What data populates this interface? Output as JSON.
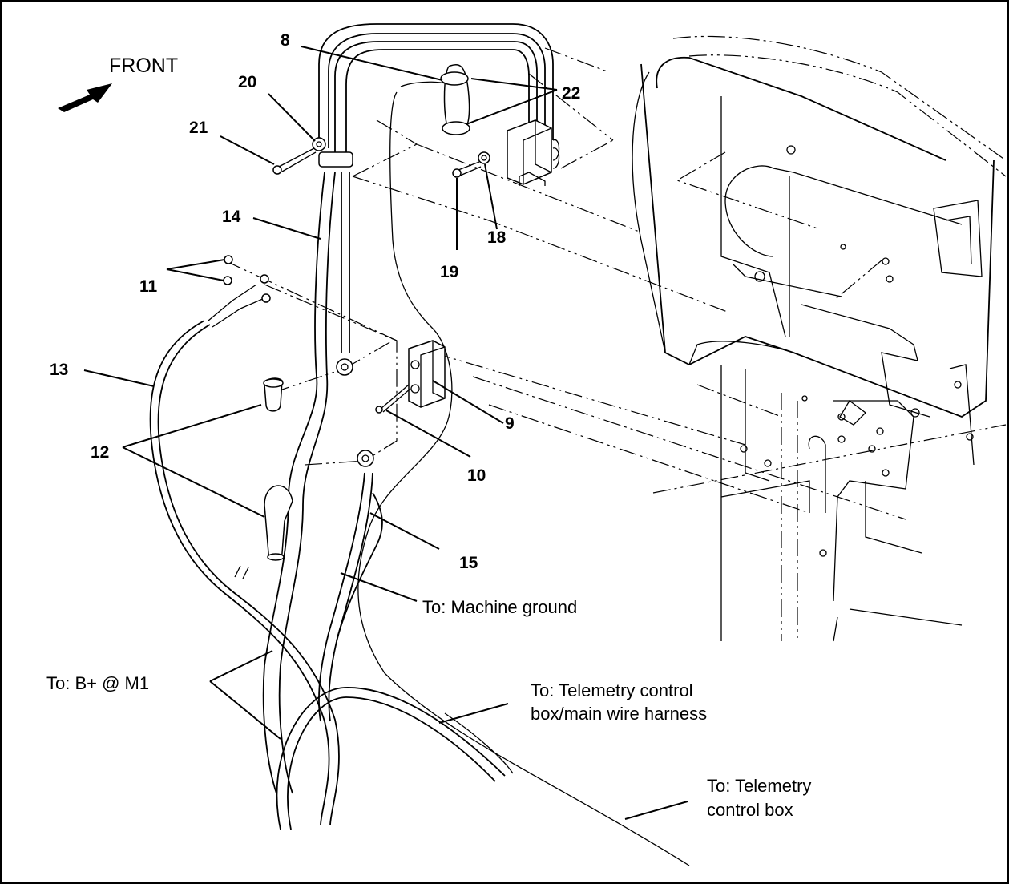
{
  "orientation_label": "FRONT",
  "callouts": {
    "c8": "8",
    "c9": "9",
    "c10": "10",
    "c11": "11",
    "c12": "12",
    "c13": "13",
    "c14": "14",
    "c15": "15",
    "c18": "18",
    "c19": "19",
    "c20": "20",
    "c21": "21",
    "c22": "22"
  },
  "notes": {
    "machine_ground": "To: Machine ground",
    "b_plus": "To: B+ @ M1",
    "telemetry_harness_line1": "To: Telemetry control",
    "telemetry_harness_line2": "box/main wire harness",
    "telemetry_box_line1": "To: Telemetry",
    "telemetry_box_line2": "control box"
  }
}
